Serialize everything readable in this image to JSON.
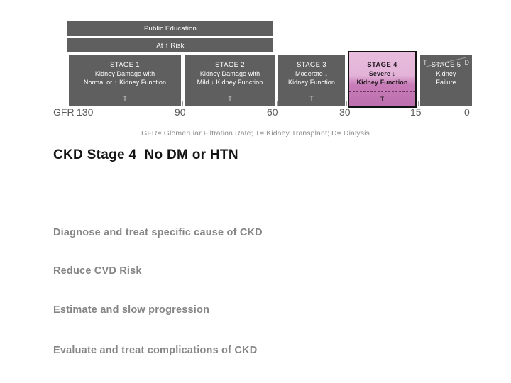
{
  "diagram": {
    "bands": [
      {
        "label": "Public Education"
      },
      {
        "label": "At ↑ Risk"
      }
    ],
    "stages": [
      {
        "title": "STAGE 1",
        "line1": "Kidney Damage with",
        "line2": "Normal or ↑ Kidney Function",
        "foot_left": "T",
        "foot_right": "",
        "highlighted": false
      },
      {
        "title": "STAGE 2",
        "line1": "Kidney Damage with",
        "line2": "Mild ↓ Kidney Function",
        "foot_left": "T",
        "foot_right": "",
        "highlighted": false
      },
      {
        "title": "STAGE 3",
        "line1": "Moderate ↓",
        "line2": "Kidney Function",
        "foot_left": "T",
        "foot_right": "",
        "highlighted": false
      },
      {
        "title": "STAGE 4",
        "line1": "Severe ↓",
        "line2": "Kidney Function",
        "foot_left": "T",
        "foot_right": "",
        "highlighted": true
      },
      {
        "title": "STAGE 5",
        "line1": "Kidney",
        "line2": "Failure",
        "foot_left": "T",
        "foot_right": "D",
        "highlighted": false
      }
    ],
    "gfr_axis": {
      "prefix": "GFR",
      "ticks": [
        "130",
        "90",
        "60",
        "30",
        "15",
        "0"
      ]
    },
    "caption": "GFR= Glomerular Filtration Rate; T= Kidney Transplant; D= Dialysis",
    "colors": {
      "band_gray": "#5f5f5f",
      "highlight_pink": "#d79ccb",
      "highlight_border": "#121212",
      "axis_text": "#5b5b5b",
      "caption_text": "#8a8a8a"
    }
  },
  "slide": {
    "title": "CKD Stage 4  No DM or HTN",
    "bullets": [
      "Diagnose and treat specific cause of CKD",
      "Reduce CVD Risk",
      "Estimate and slow progression",
      "Evaluate and treat complications of CKD"
    ],
    "colors": {
      "title_text": "#141414",
      "bullet_text": "#858585"
    }
  }
}
